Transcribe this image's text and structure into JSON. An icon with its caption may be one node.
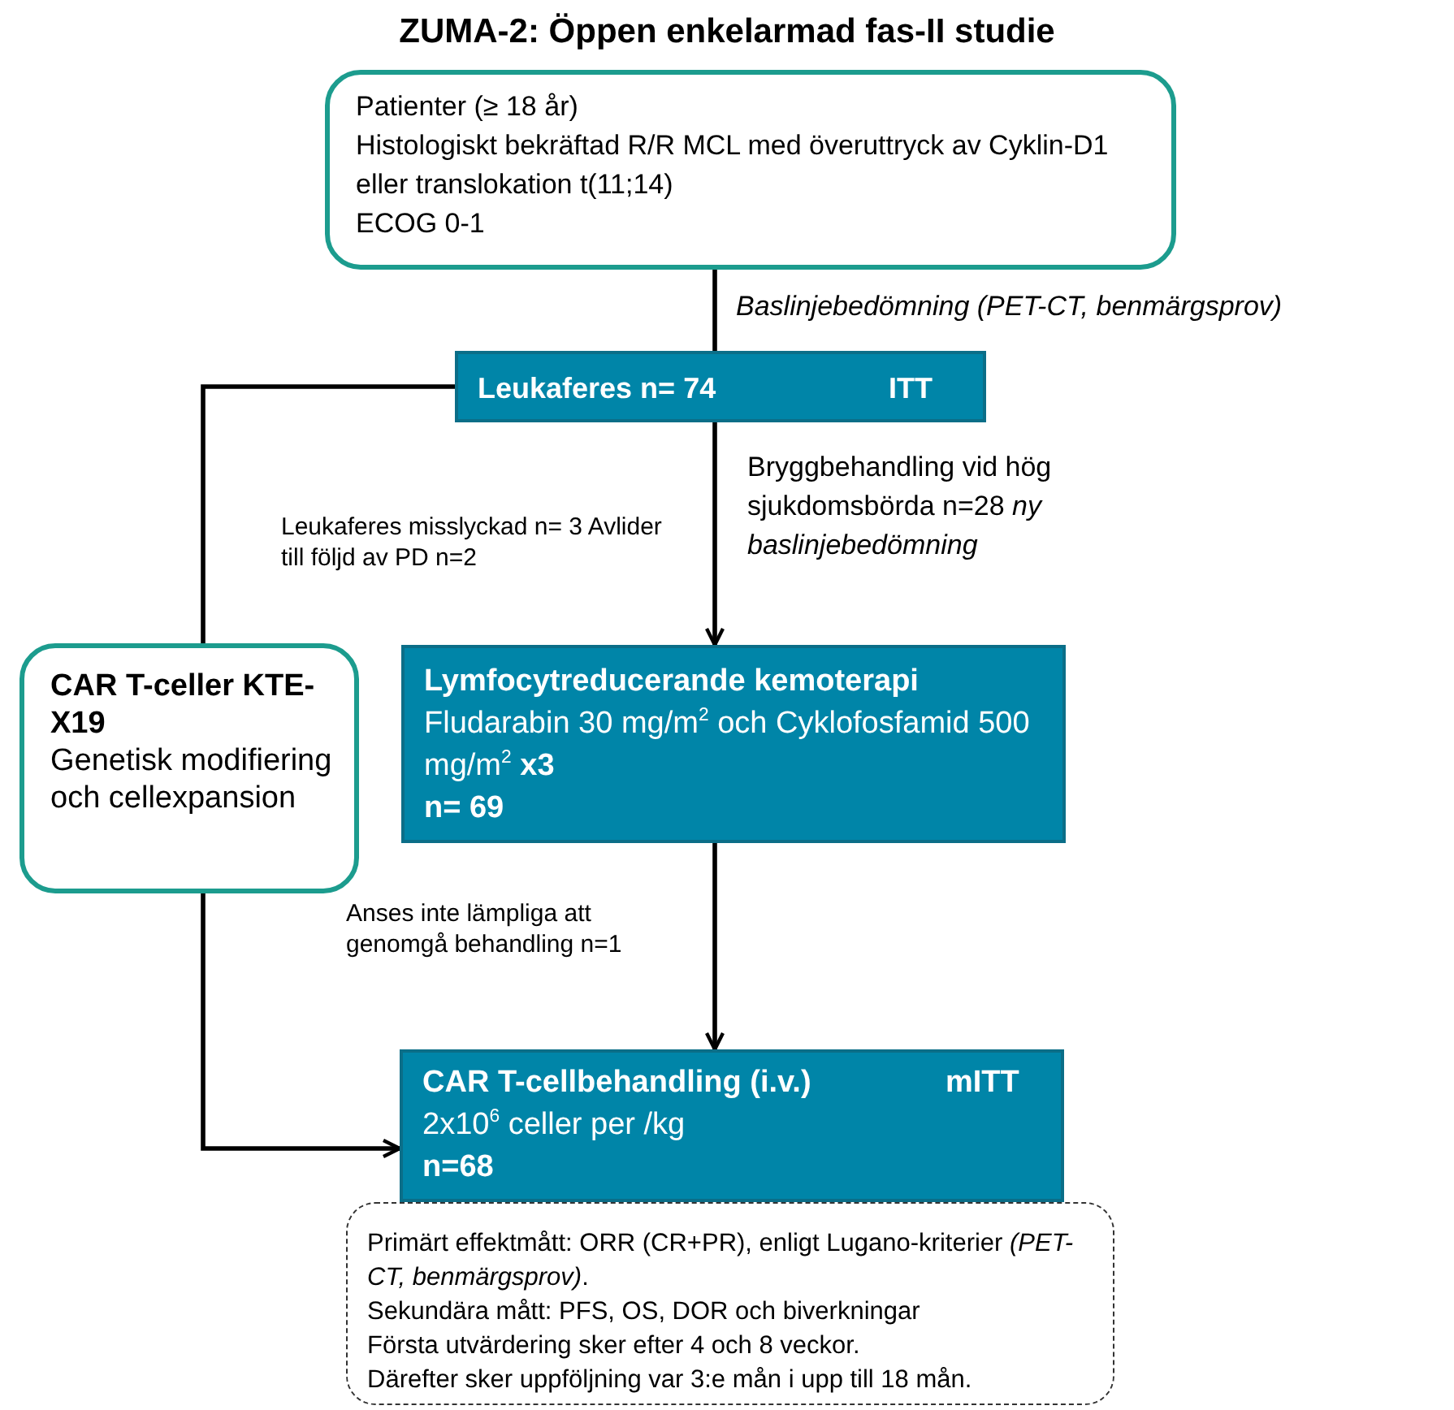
{
  "diagram": {
    "title": "ZUMA-2: Öppen enkelarmad fas-II studie",
    "nodes": [
      {
        "text": [
          "Patienter (≥ 18 år)",
          "Histologiskt bekräftad R/R MCL med överuttryck av Cyklin-D1 eller translokation t(11;14)",
          "ECOG 0-1"
        ]
      },
      {
        "text": [
          "Leukaferes n= 74",
          "ITT"
        ]
      },
      {
        "text": [
          "CAR T-celler KTE-X19",
          "Genetisk modifiering och cellexpansion"
        ]
      },
      {
        "text": [
          "Lymfocytreducerande kemoterapi",
          "Fludarabin 30 mg/m$^{2}$ och Cyklofosfamid 500 mg/m$^{2}$ **x3**",
          "n= 69"
        ]
      },
      {
        "text": [
          "CAR T-cellbehandling (i.v.)",
          "mITT",
          "2x10$^{6}$ celler per /kg",
          "n=68"
        ]
      },
      {
        "text": [
          "Primärt effektmått: ORR (CR+PR), enligt Lugano-kriterier *(PET-CT, benmärgsprov)*.",
          "Sekundära mått: PFS, OS, DOR och biverkningar",
          "Första utvärdering sker efter 4 och 8 veckor.",
          "Därefter sker uppföljning var 3:e mån i upp till 18 mån."
        ]
      }
    ],
    "edges": [
      {
        "from": 0,
        "to": 1,
        "arrow": "none",
        "label": "Baslinjebedömning (PET-CT, benmärgsprov)"
      },
      {
        "from": 1,
        "to": 3,
        "arrow": "to",
        "label": "Bryggbehandling vid hög sjukdomsbörda n=28 *ny baslinjebedömning*"
      },
      {
        "from": 1,
        "to": 2,
        "arrow": "none"
      },
      {
        "from": 2,
        "to": 4,
        "arrow": "to"
      },
      {
        "from": 3,
        "to": 4,
        "arrow": "to"
      }
    ],
    "labels": [
      "Leukaferes misslyckad n= 3 Avlider till följd av PD n=2",
      "Anses inte lämpliga att genomgå behandling n=1"
    ]
  }
}
